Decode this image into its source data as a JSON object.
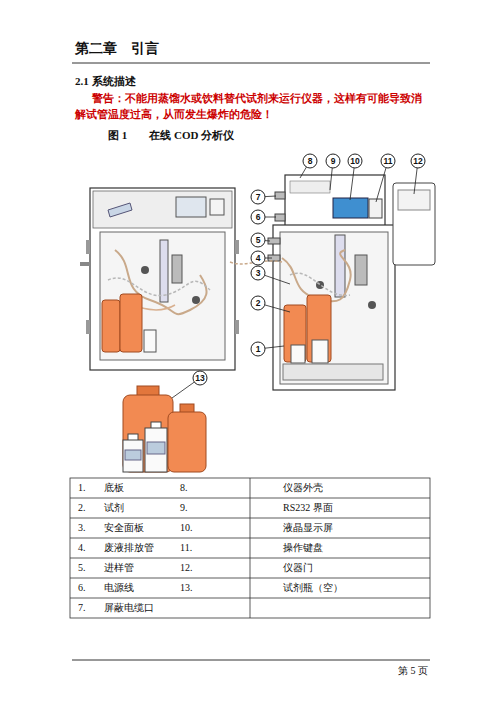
{
  "diagram": {
    "title": "第二章　引言",
    "caption": "图 1　　在线 COD 分析仪",
    "labels": [
      "2.1 系统描述",
      "警告：不能用蒸馏水或饮料替代试剂来运行仪器，这样有可能导致消解试管温度过高，从而发生爆炸的危险！",
      "1",
      "2",
      "3",
      "4",
      "5",
      "6",
      "7",
      "8",
      "9",
      "10",
      "11",
      "12",
      "13",
      "1.",
      "底板",
      "8.",
      "仪器外壳",
      "2.",
      "试剂",
      "9.",
      "RS232 界面",
      "3.",
      "安全面板",
      "10.",
      "液晶显示屏",
      "4.",
      "废液排放管",
      "11.",
      "操作键盘",
      "5.",
      "进样管",
      "12.",
      "仪器门",
      "6.",
      "电源线",
      "13.",
      "试剂瓶（空）",
      "7.",
      "屏蔽电缆口",
      "第 5 页"
    ]
  }
}
